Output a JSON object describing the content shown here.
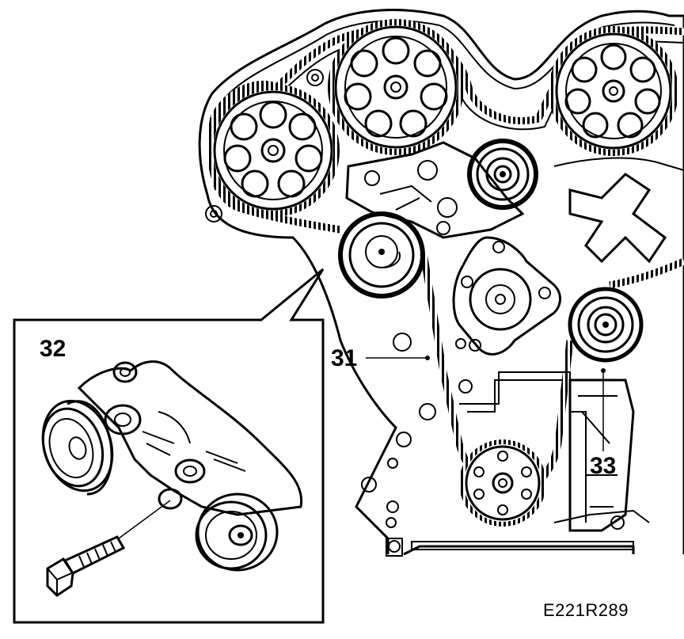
{
  "callouts": {
    "timing_belt": "31",
    "tensioner_assembly": "32",
    "tensioner_detail": "33"
  },
  "figure_code": "E221R289"
}
